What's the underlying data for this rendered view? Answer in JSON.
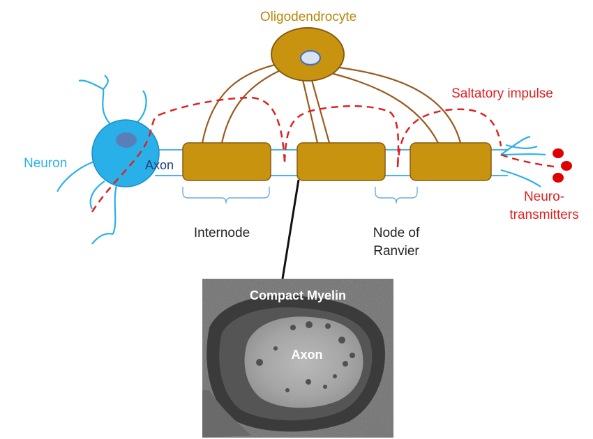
{
  "labels": {
    "oligodendrocyte": "Oligodendrocyte",
    "saltatory_impulse": "Saltatory impulse",
    "neuron": "Neuron",
    "axon": "Axon",
    "internode": "Internode",
    "node_of_ranvier_line1": "Node of",
    "node_of_ranvier_line2": "Ranvier",
    "neurotransmitters_line1": "Neuro-",
    "neurotransmitters_line2": "transmitters",
    "compact_myelin": "Compact Myelin",
    "micrograph_axon": "Axon"
  },
  "colors": {
    "oligodendrocyte": "#c89410",
    "oligodendrocyte_stroke": "#8a5a12",
    "process": "#9a5a1f",
    "myelin_sheath": "#c89410",
    "neuron": "#2ab0e8",
    "neuron_nucleus": "#5a7fb8",
    "impulse": "#e02020",
    "neurotransmitter": "#e00000",
    "brace": "#6aaee0",
    "text_dark": "#222222",
    "text_orange": "#b8860b"
  }
}
